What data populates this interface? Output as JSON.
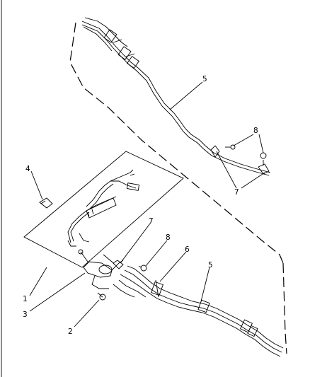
{
  "callouts": {
    "c1": "1",
    "c2": "2",
    "c3": "3",
    "c4": "4",
    "c5_upper": "5",
    "c5_lower": "5",
    "c6": "6",
    "c7_lower": "7",
    "c7_upper": "7",
    "c8_lower": "8",
    "c8_upper": "8"
  }
}
